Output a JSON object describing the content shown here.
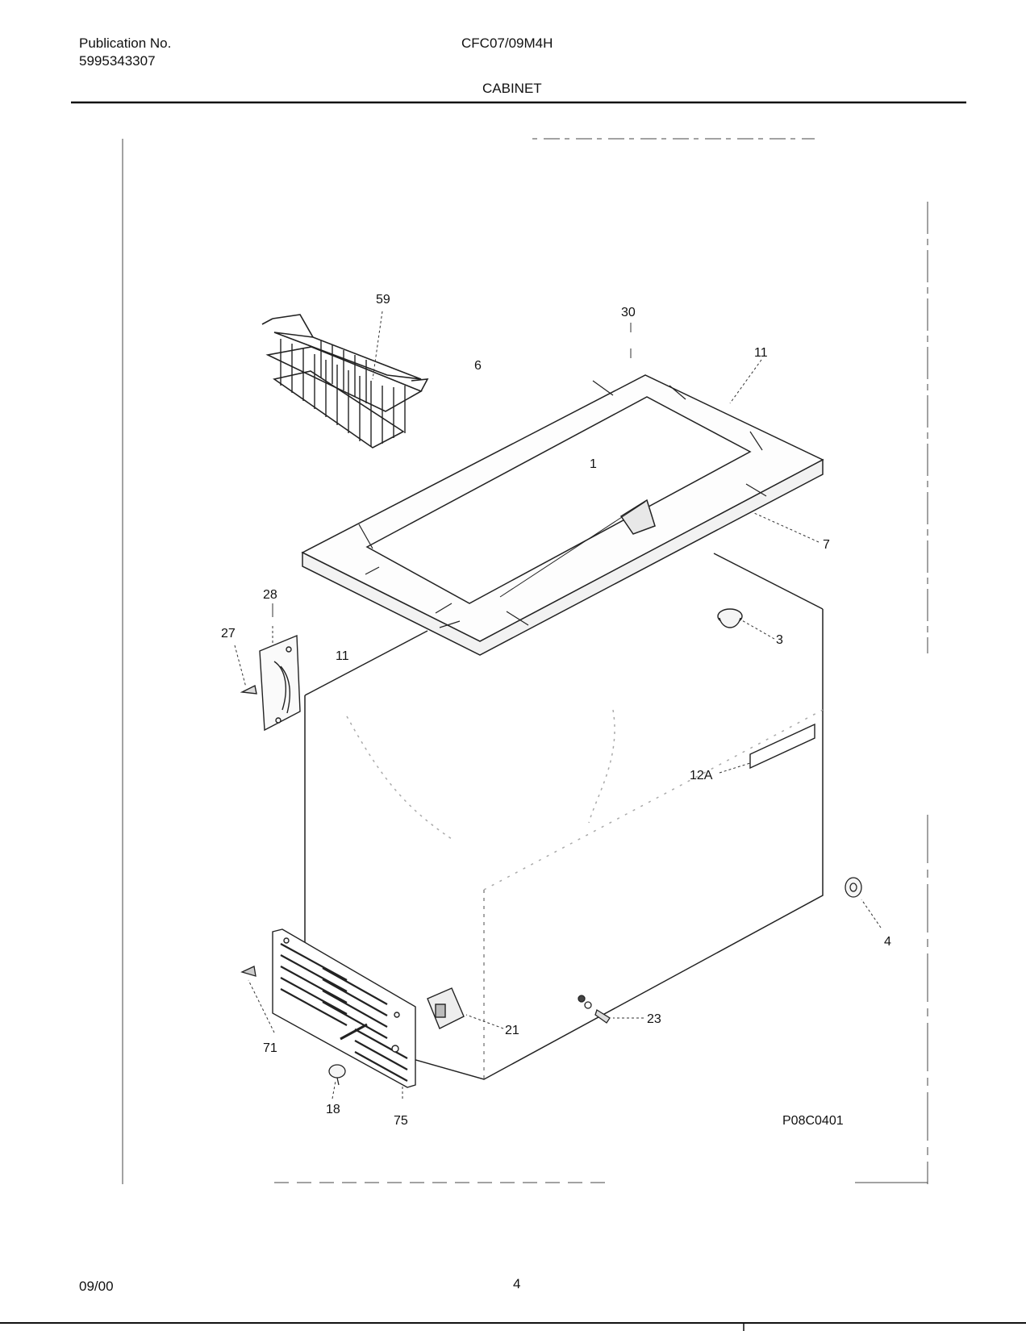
{
  "header": {
    "publication_label": "Publication No.",
    "publication_number": "5995343307",
    "model": "CFC07/09M4H",
    "section_title": "CABINET"
  },
  "diagram": {
    "drawing_code": "P08C0401",
    "callouts": {
      "c59": "59",
      "c30": "30",
      "c11a": "11",
      "c6": "6",
      "c1": "1",
      "c7": "7",
      "c28": "28",
      "c27": "27",
      "c11b": "11",
      "c3": "3",
      "c12a": "12A",
      "c4": "4",
      "c71": "71",
      "c21": "21",
      "c23": "23",
      "c18": "18",
      "c75": "75"
    }
  },
  "footer": {
    "date": "09/00",
    "page_number": "4"
  }
}
